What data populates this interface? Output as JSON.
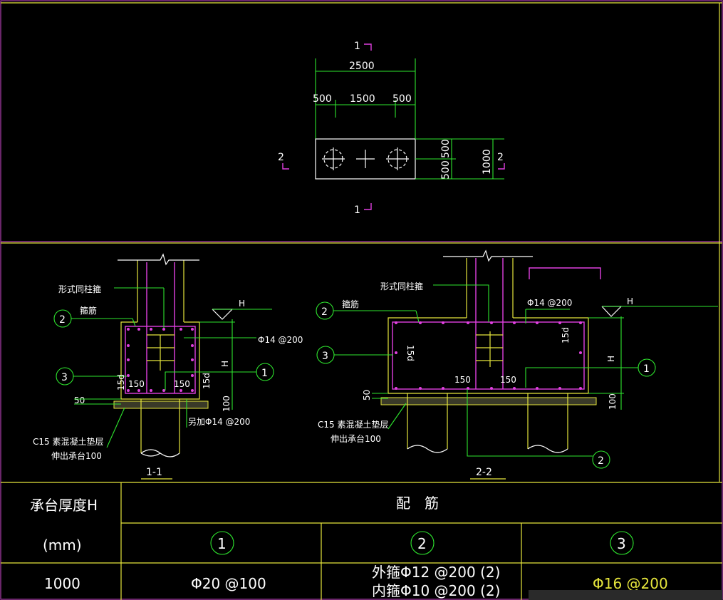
{
  "plan": {
    "section_mark_1": "1",
    "section_mark_2": "2",
    "dim_total": "2500",
    "dim_left": "500",
    "dim_mid": "1500",
    "dim_right": "500",
    "dim_side_a": "500",
    "dim_side_b": "500",
    "dim_height": "1000"
  },
  "section_1_1": {
    "title": "1-1",
    "label_column": "形式同柱箍",
    "label_stirrup": "箍筋",
    "label_bar_top": "Φ14 @200",
    "label_extra_bar": "另加Φ14 @200",
    "label_cushion_a": "C15 素混凝土垫层",
    "label_cushion_b": "伸出承台100",
    "dim_left": "150",
    "dim_right": "150",
    "dim_15d_left": "15d",
    "dim_15d_right": "15d",
    "dim_50": "50",
    "dim_100": "100",
    "dim_h": "H",
    "elev_h": "H",
    "callout_1": "1",
    "callout_2": "2",
    "callout_3": "3"
  },
  "section_2_2": {
    "title": "2-2",
    "label_column": "形式同柱箍",
    "label_stirrup": "箍筋",
    "label_bar_top": "Φ14 @200",
    "label_cushion_a": "C15 素混凝土垫层",
    "label_cushion_b": "伸出承台100",
    "dim_left": "150",
    "dim_right": "150",
    "dim_15d_left": "15d",
    "dim_15d_right": "15d",
    "dim_50": "50",
    "dim_100": "100",
    "dim_h": "H",
    "elev_h": "H",
    "callout_1": "1",
    "callout_2_top": "2",
    "callout_2_bottom": "2",
    "callout_3": "3"
  },
  "table": {
    "header_left_line1": "承台厚度H",
    "header_left_line2": "(mm)",
    "header_right": "配　筋",
    "col_1": "1",
    "col_2": "2",
    "col_3": "3",
    "row_thickness": "1000",
    "row_cell_1": "Φ20 @100",
    "row_cell_2_line1": "外箍Φ12 @200 (2)",
    "row_cell_2_line2": "内箍Φ10 @200 (2)",
    "row_cell_3": "Φ16 @200"
  },
  "colors": {
    "background": "#000000",
    "frame": "#b040b0",
    "outline": "#e6e63c",
    "rebar": "#e040e0",
    "leader": "#2ee62e",
    "text": "#ffffff"
  }
}
